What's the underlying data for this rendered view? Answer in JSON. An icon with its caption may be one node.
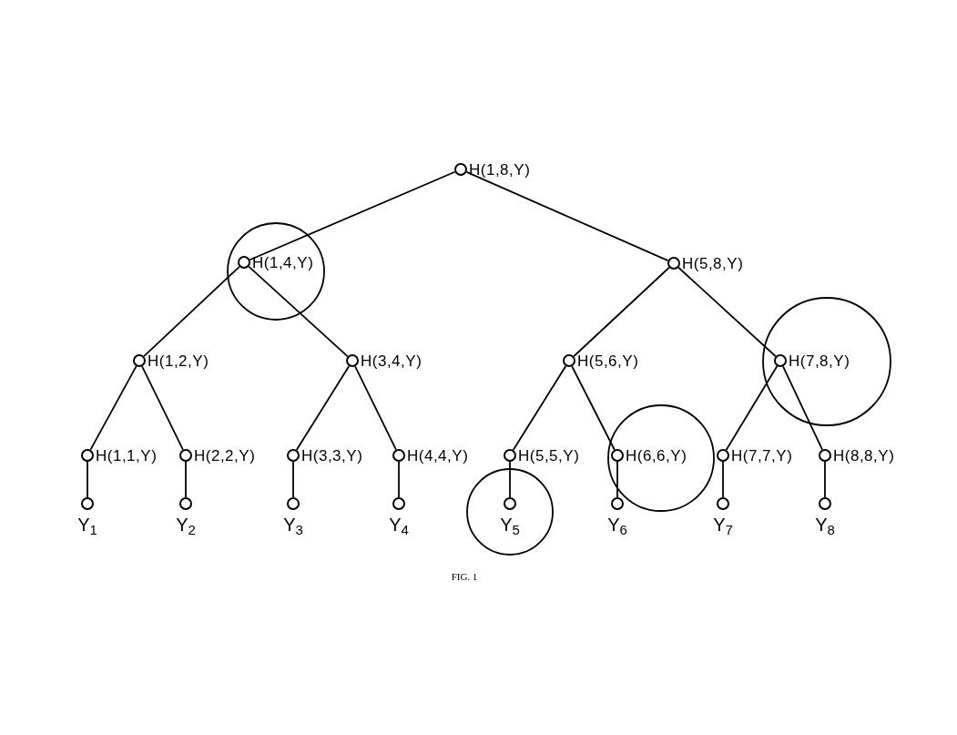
{
  "diagram": {
    "caption": "FIG. 1",
    "nodes": [
      {
        "text": [
          "H(1,8,Y)"
        ]
      },
      {
        "text": [
          "H(1,4,Y)"
        ]
      },
      {
        "text": [
          "H(5,8,Y)"
        ]
      },
      {
        "text": [
          "H(1,2,Y)"
        ]
      },
      {
        "text": [
          "H(3,4,Y)"
        ]
      },
      {
        "text": [
          "H(5,6,Y)"
        ]
      },
      {
        "text": [
          "H(7,8,Y)"
        ]
      },
      {
        "text": [
          "H(1,1,Y)"
        ]
      },
      {
        "text": [
          "H(2,2,Y)"
        ]
      },
      {
        "text": [
          "H(3,3,Y)"
        ]
      },
      {
        "text": [
          "H(4,4,Y)"
        ]
      },
      {
        "text": [
          "H(5,5,Y)"
        ]
      },
      {
        "text": [
          "H(6,6,Y)"
        ]
      },
      {
        "text": [
          "H(7,7,Y)"
        ]
      },
      {
        "text": [
          "H(8,8,Y)"
        ]
      },
      {
        "text": [
          "Y$_{1}$"
        ]
      },
      {
        "text": [
          "Y$_{2}$"
        ]
      },
      {
        "text": [
          "Y$_{3}$"
        ]
      },
      {
        "text": [
          "Y$_{4}$"
        ]
      },
      {
        "text": [
          "Y$_{5}$"
        ]
      },
      {
        "text": [
          "Y$_{6}$"
        ]
      },
      {
        "text": [
          "Y$_{7}$"
        ]
      },
      {
        "text": [
          "Y$_{8}$"
        ]
      }
    ],
    "edges": [
      {
        "from": 0,
        "to": 1,
        "arrow": "none"
      },
      {
        "from": 0,
        "to": 2,
        "arrow": "none"
      },
      {
        "from": 1,
        "to": 3,
        "arrow": "none"
      },
      {
        "from": 1,
        "to": 4,
        "arrow": "none"
      },
      {
        "from": 2,
        "to": 5,
        "arrow": "none"
      },
      {
        "from": 2,
        "to": 6,
        "arrow": "none"
      },
      {
        "from": 3,
        "to": 7,
        "arrow": "none"
      },
      {
        "from": 3,
        "to": 8,
        "arrow": "none"
      },
      {
        "from": 4,
        "to": 9,
        "arrow": "none"
      },
      {
        "from": 4,
        "to": 10,
        "arrow": "none"
      },
      {
        "from": 5,
        "to": 11,
        "arrow": "none"
      },
      {
        "from": 5,
        "to": 12,
        "arrow": "none"
      },
      {
        "from": 6,
        "to": 13,
        "arrow": "none"
      },
      {
        "from": 6,
        "to": 14,
        "arrow": "none"
      },
      {
        "from": 7,
        "to": 15,
        "arrow": "none"
      },
      {
        "from": 8,
        "to": 16,
        "arrow": "none"
      },
      {
        "from": 9,
        "to": 17,
        "arrow": "none"
      },
      {
        "from": 10,
        "to": 18,
        "arrow": "none"
      },
      {
        "from": 11,
        "to": 19,
        "arrow": "none"
      },
      {
        "from": 12,
        "to": 20,
        "arrow": "none"
      },
      {
        "from": 13,
        "to": 21,
        "arrow": "none"
      },
      {
        "from": 14,
        "to": 22,
        "arrow": "none"
      }
    ]
  }
}
